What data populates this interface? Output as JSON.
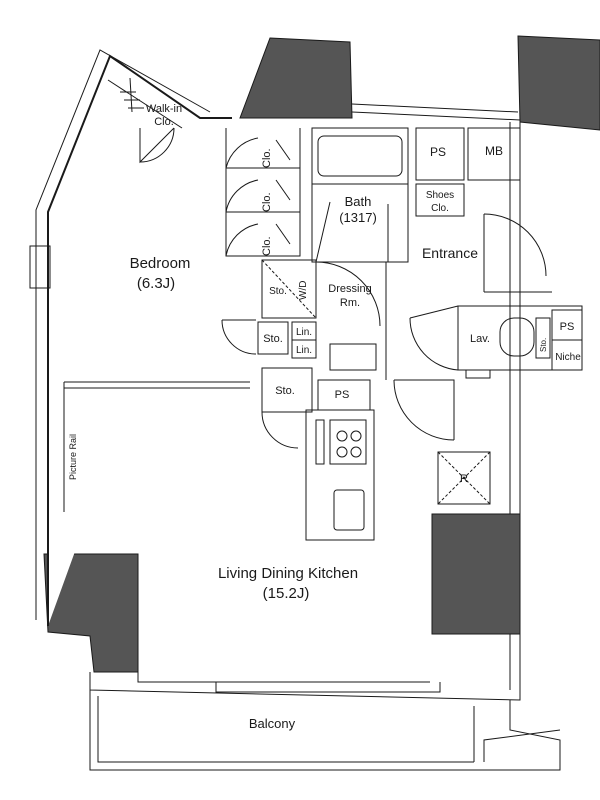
{
  "rooms": {
    "walk_in": [
      "Walk-in",
      "Clo."
    ],
    "bedroom": [
      "Bedroom",
      "(6.3J)"
    ],
    "clo": "Clo.",
    "bath": [
      "Bath",
      "(1317)"
    ],
    "ps": "PS",
    "mb": "MB",
    "shoes": [
      "Shoes",
      "Clo."
    ],
    "entrance": "Entrance",
    "sto": "Sto.",
    "wd": "W/D",
    "dressing": [
      "Dressing",
      "Rm."
    ],
    "lin": "Lin.",
    "lav": "Lav.",
    "niche": "Niche",
    "fridge": "R",
    "picture_rail": "Picture Rail",
    "ldk": [
      "Living Dining Kitchen",
      "(15.2J)"
    ],
    "balcony": "Balcony"
  },
  "colors": {
    "wall": "#1a1a1a",
    "column": "#555555",
    "background": "#ffffff"
  }
}
